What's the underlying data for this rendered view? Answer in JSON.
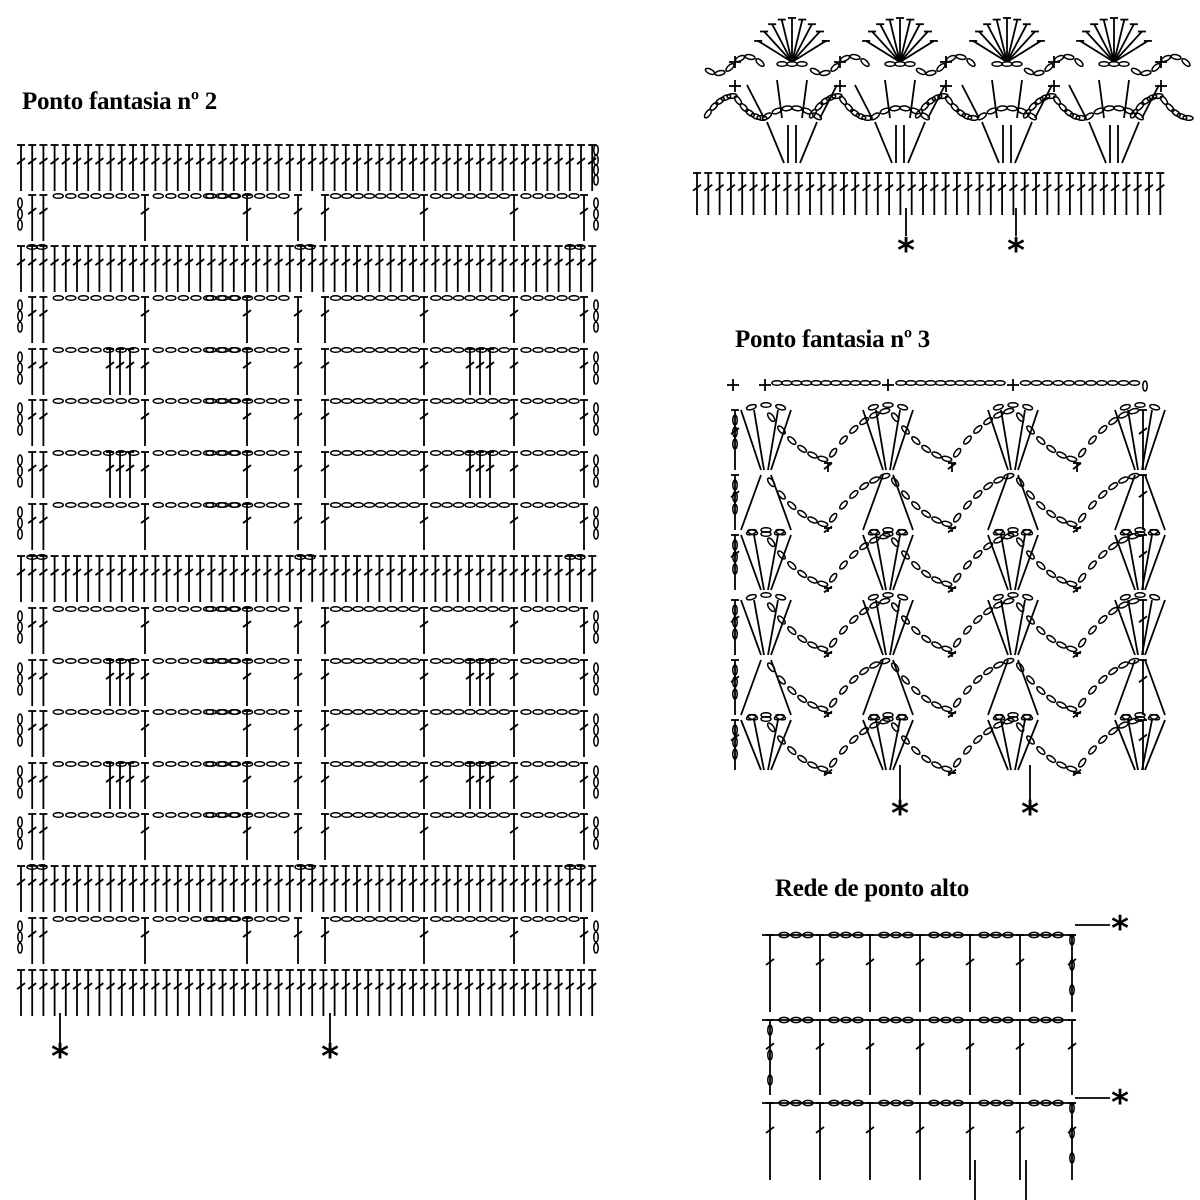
{
  "charts": {
    "stitch2": {
      "title": "Ponto fantasia nº 2"
    },
    "stitch3": {
      "title": "Ponto fantasia nº 3"
    },
    "net": {
      "title": "Rede de ponto alto"
    }
  },
  "marker": "*"
}
